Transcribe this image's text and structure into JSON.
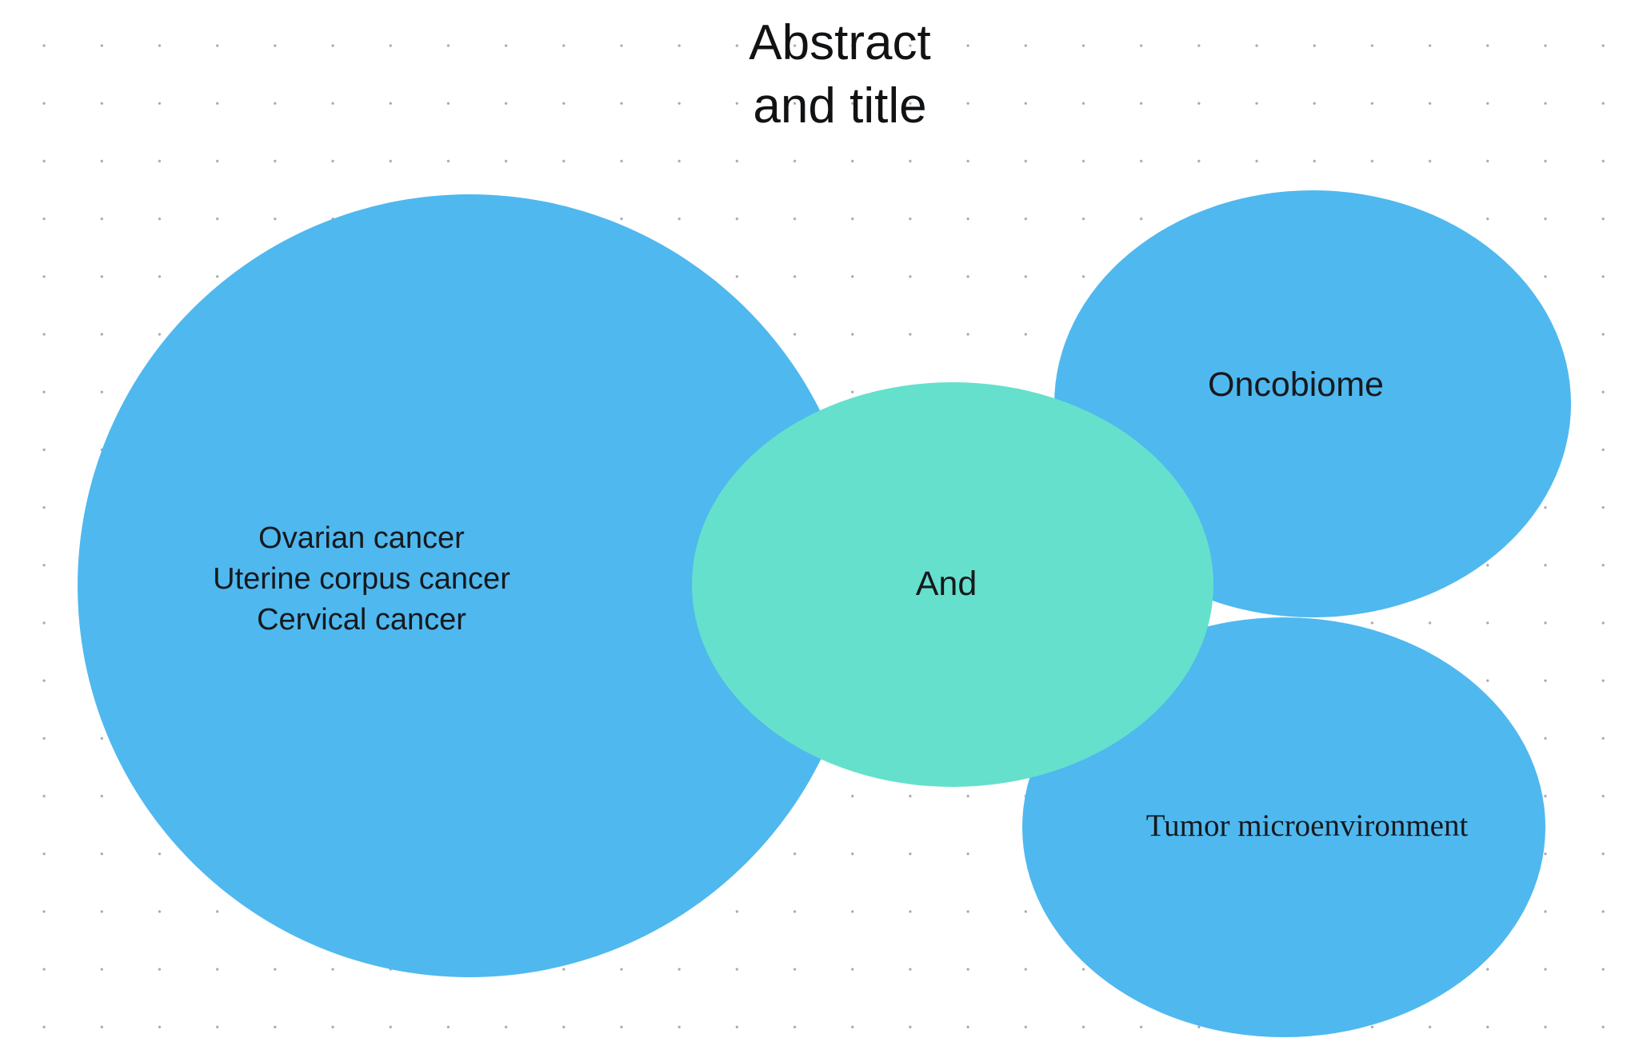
{
  "title": {
    "text": "Abstract\nand title"
  },
  "colors": {
    "blue": "#4FB8EF",
    "teal": "#65E0CC",
    "background": "#FFFFFF",
    "dot_grid": "#A9A9A9",
    "text": "#16191C"
  },
  "diagram": {
    "type": "venn-concept-diagram",
    "nodes": [
      {
        "id": "cancers",
        "label": "Ovarian cancer\nUterine corpus cancer\nCervical cancer",
        "items": [
          "Ovarian cancer",
          "Uterine corpus cancer",
          "Cervical cancer"
        ],
        "color": "#4FB8EF",
        "shape": "circle"
      },
      {
        "id": "and",
        "label": "And",
        "color": "#65E0CC",
        "shape": "ellipse"
      },
      {
        "id": "oncobiome",
        "label": "Oncobiome",
        "color": "#4FB8EF",
        "shape": "ellipse"
      },
      {
        "id": "tumor-microenvironment",
        "label": "Tumor microenvironment",
        "color": "#4FB8EF",
        "shape": "ellipse"
      }
    ]
  }
}
